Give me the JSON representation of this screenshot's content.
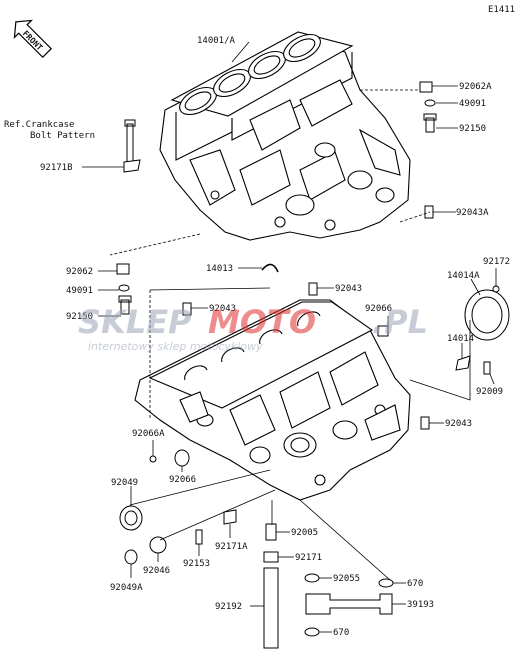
{
  "figure_code": "E1411",
  "front_label": "FRONT",
  "reference_note": {
    "line1": "Ref.Crankcase",
    "line2": "Bolt Pattern"
  },
  "watermark": {
    "brand_part1": "SKLEP",
    "brand_part2": "MOTO",
    "brand_part3": ".PL",
    "tagline": "internetowy sklep motocyklowy",
    "color_primary": "#e03030",
    "color_secondary": "#9aa3b5"
  },
  "part_labels": [
    {
      "id": "lbl-14001a",
      "text": "14001/A"
    },
    {
      "id": "lbl-92062a",
      "text": "92062A"
    },
    {
      "id": "lbl-49091-top",
      "text": "49091"
    },
    {
      "id": "lbl-92150-top",
      "text": "92150"
    },
    {
      "id": "lbl-92171b",
      "text": "92171B"
    },
    {
      "id": "lbl-92043a",
      "text": "92043A"
    },
    {
      "id": "lbl-92172",
      "text": "92172"
    },
    {
      "id": "lbl-14014a",
      "text": "14014A"
    },
    {
      "id": "lbl-92062",
      "text": "92062"
    },
    {
      "id": "lbl-14013",
      "text": "14013"
    },
    {
      "id": "lbl-49091-mid",
      "text": "49091"
    },
    {
      "id": "lbl-92043-a",
      "text": "92043"
    },
    {
      "id": "lbl-92043-b",
      "text": "92043"
    },
    {
      "id": "lbl-92066-top",
      "text": "92066"
    },
    {
      "id": "lbl-92150-mid",
      "text": "92150"
    },
    {
      "id": "lbl-14014",
      "text": "14014"
    },
    {
      "id": "lbl-92009",
      "text": "92009"
    },
    {
      "id": "lbl-92043-c",
      "text": "92043"
    },
    {
      "id": "lbl-92066a",
      "text": "92066A"
    },
    {
      "id": "lbl-92066-low",
      "text": "92066"
    },
    {
      "id": "lbl-92049",
      "text": "92049"
    },
    {
      "id": "lbl-92005",
      "text": "92005"
    },
    {
      "id": "lbl-92171a",
      "text": "92171A"
    },
    {
      "id": "lbl-92153",
      "text": "92153"
    },
    {
      "id": "lbl-92171",
      "text": "92171"
    },
    {
      "id": "lbl-92046",
      "text": "92046"
    },
    {
      "id": "lbl-92049a",
      "text": "92049A"
    },
    {
      "id": "lbl-92055",
      "text": "92055"
    },
    {
      "id": "lbl-670-top",
      "text": "670"
    },
    {
      "id": "lbl-92192",
      "text": "92192"
    },
    {
      "id": "lbl-39193",
      "text": "39193"
    },
    {
      "id": "lbl-670-bot",
      "text": "670"
    }
  ]
}
